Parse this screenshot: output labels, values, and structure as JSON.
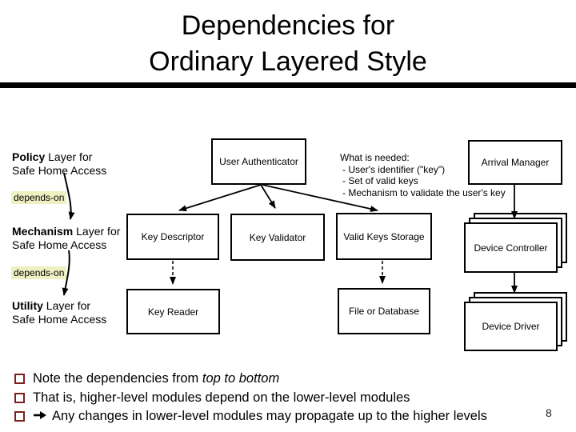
{
  "slide": {
    "title_line1": "Dependencies for",
    "title_line2": "Ordinary Layered Style",
    "page_number": "8"
  },
  "layers": [
    {
      "name": "Policy",
      "suffix": " Layer for",
      "line2": "Safe Home Access"
    },
    {
      "name": "Mechanism",
      "suffix": " Layer for",
      "line2": "Safe Home Access"
    },
    {
      "name": "Utility",
      "suffix": " Layer for",
      "line2": "Safe Home Access"
    }
  ],
  "depends_on_label": "depends-on",
  "boxes": {
    "user_authenticator": "User Authenticator",
    "key_descriptor": "Key Descriptor",
    "key_validator": "Key Validator",
    "valid_keys_storage": "Valid Keys Storage",
    "key_reader": "Key Reader",
    "file_or_database": "File or Database",
    "arrival_manager": "Arrival Manager",
    "device_controller": "Device Controller",
    "device_driver": "Device Driver"
  },
  "what_is_needed": {
    "heading": "What is needed:",
    "item1": "- User's identifier (\"key\")",
    "item2": "- Set of valid keys",
    "item3": "- Mechanism to validate the user's key"
  },
  "bullets": {
    "b1_pre": "Note the dependencies from ",
    "b1_italic": "top to bottom",
    "b2": "That is, higher-level modules depend on the lower-level modules",
    "b3_icon": "right-arrow",
    "b3_text": "Any changes in lower-level modules may propagate up to the higher levels"
  },
  "colors": {
    "bullet_square": "#7E1F1F",
    "depends_highlight": "#EEF0C2",
    "diagram_line": "#000000",
    "background": "#FFFFFF"
  }
}
